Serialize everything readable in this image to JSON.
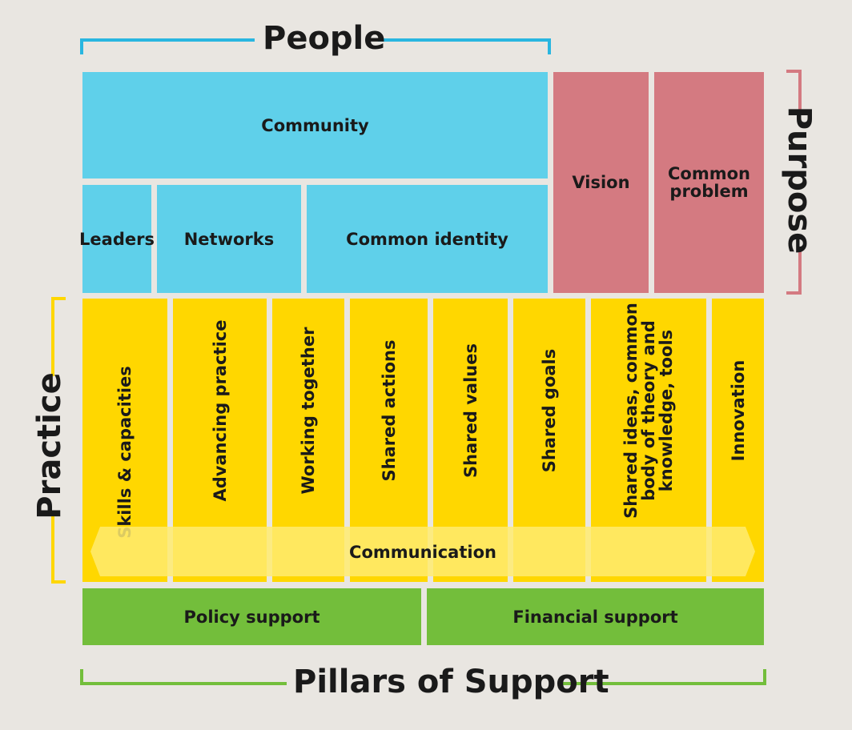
{
  "titles": {
    "people": "People",
    "purpose": "Purpose",
    "practice": "Practice",
    "pillars": "Pillars of Support"
  },
  "people": {
    "community": "Community",
    "leaders": "Leaders",
    "networks": "Networks",
    "common_identity": "Common identity"
  },
  "purpose": {
    "vision": "Vision",
    "common_problem_line1": "Common",
    "common_problem_line2": "problem"
  },
  "practice": {
    "columns": [
      "Skills & capacities",
      "Advancing practice",
      "Working together",
      "Shared actions",
      "Shared values",
      "Shared goals",
      "Shared ideas, common body of theory and knowledge, tools",
      "Innovation"
    ],
    "shared_ideas_lines": [
      "Shared ideas, common",
      "body of theory and",
      "knowledge, tools"
    ],
    "communication": "Communication"
  },
  "pillars": {
    "policy": "Policy support",
    "financial": "Financial support"
  },
  "colors": {
    "people": "#5fd0ea",
    "purpose": "#d47a81",
    "practice": "#ffd700",
    "pillars": "#73be3b",
    "background": "#e9e6e1"
  }
}
